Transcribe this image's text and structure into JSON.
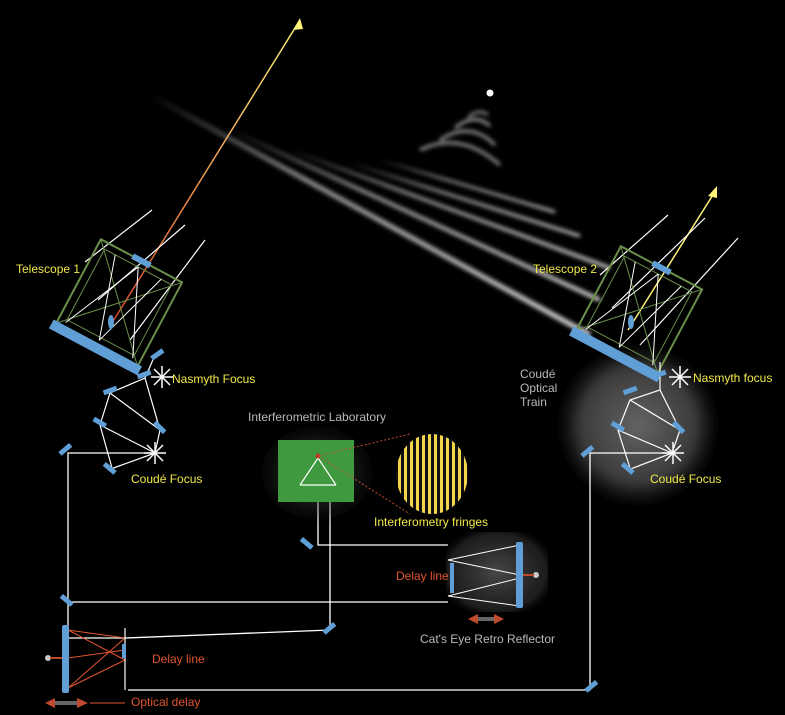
{
  "labels": {
    "telescope_1": "Telescope 1",
    "telescope_2": "Telescope 2",
    "nasmyth_focus_1": "Nasmyth Focus",
    "nasmyth_focus_2": "Nasmyth focus",
    "coude_focus_1": "Coudé Focus",
    "coude_focus_2": "Coudé Focus",
    "coude_optical_train_line1": "Coudé",
    "coude_optical_train_line2": "Optical",
    "coude_optical_train_line3": "Train",
    "interferometric_laboratory": "Interferometric Laboratory",
    "interferometry_fringes": "Interferometry fringes",
    "delay_line_top": "Delay  line",
    "delay_line_bottom": "Delay line",
    "cats_eye": "Cat's Eye Retro Reflector",
    "optical_delay": "Optical delay"
  },
  "colors": {
    "background": "#000000",
    "label_yellow": "#f2e84a",
    "label_gray": "#b9b9b9",
    "label_orange": "#e0552f",
    "mirror_blue": "#5f9fd6",
    "beam_white": "#ffffff",
    "lab_green": "#3f9a3f",
    "telescope_green": "#6b8f4a",
    "star_ray": "#fff27a"
  }
}
